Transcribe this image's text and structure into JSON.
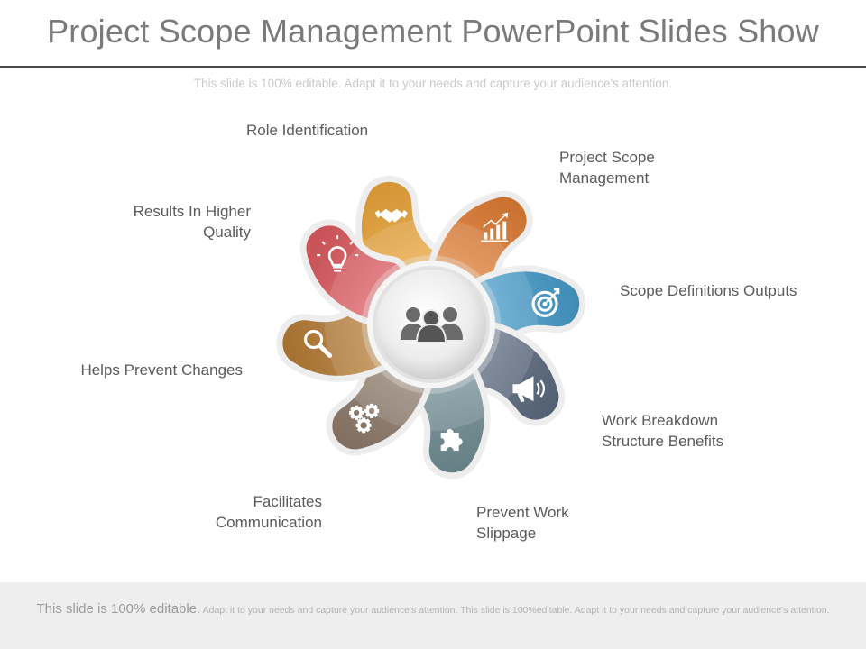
{
  "title": "Project Scope Management PowerPoint Slides Show",
  "subtitle": "This slide is 100% editable. Adapt it to your needs and capture your audience's attention.",
  "petals": [
    {
      "name": "role-identification",
      "lines": [
        "Role Identification"
      ],
      "color": "#f0a533",
      "icon": "handshake-icon"
    },
    {
      "name": "project-scope",
      "lines": [
        "Project Scope",
        "Management"
      ],
      "color": "#e57a2c",
      "icon": "growth-chart-icon"
    },
    {
      "name": "scope-definitions",
      "lines": [
        "Scope Definitions Outputs"
      ],
      "color": "#3f9bcd",
      "icon": "target-icon"
    },
    {
      "name": "work-breakdown",
      "lines": [
        "Work Breakdown",
        "Structure Benefits"
      ],
      "color": "#56667d",
      "icon": "megaphone-icon"
    },
    {
      "name": "prevent-slippage",
      "lines": [
        "Prevent Work",
        "Slippage"
      ],
      "color": "#6d8c94",
      "icon": "puzzle-icon"
    },
    {
      "name": "facilitates-communication",
      "lines": [
        "Facilitates",
        "Communication"
      ],
      "color": "#8d7867",
      "icon": "gears-icon"
    },
    {
      "name": "helps-prevent-changes",
      "lines": [
        "Helps Prevent Changes"
      ],
      "color": "#b87a2e",
      "icon": "magnifier-icon"
    },
    {
      "name": "results-higher-quality",
      "lines": [
        "Results In Higher",
        "Quality"
      ],
      "color": "#e2555c",
      "icon": "lightbulb-icon"
    }
  ],
  "center_icon": "team-icon",
  "footer": {
    "lead": "This slide is 100% editable.",
    "rest": "Adapt it to your needs and capture your audience's attention. This slide is 100%editable. Adapt it to your needs and capture your audience's attention."
  }
}
